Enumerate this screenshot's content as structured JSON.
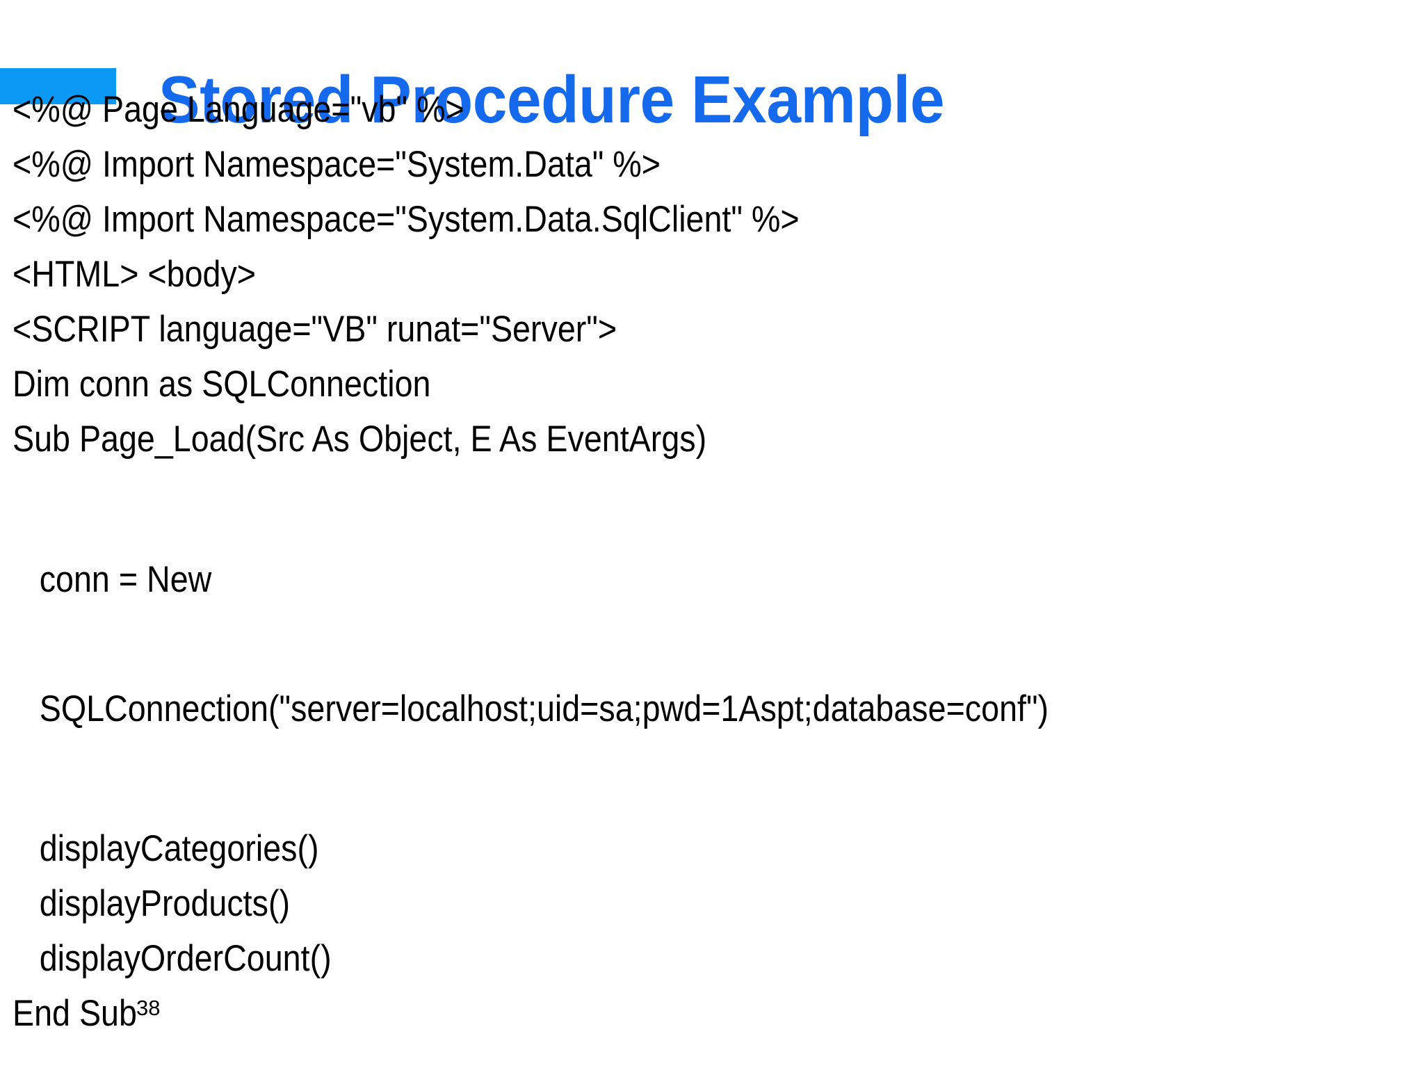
{
  "slide": {
    "title": "Stored Procedure Example",
    "page_number": "38",
    "colors": {
      "title": "#1569ed",
      "accent_block": "#0a9af6",
      "body_text": "#000000",
      "background": "#ffffff"
    }
  },
  "code": {
    "lines": [
      {
        "id": "l1",
        "text": "<%@ Page Language=\"vb\" %>",
        "indent": false
      },
      {
        "id": "l2",
        "text": "<%@ Import Namespace=\"System.Data\" %>",
        "indent": false
      },
      {
        "id": "l3",
        "text": "<%@ Import Namespace=\"System.Data.SqlClient\" %>",
        "indent": false
      },
      {
        "id": "l4",
        "text": "<HTML> <body>",
        "indent": false
      },
      {
        "id": "l5",
        "text": "<SCRIPT language=\"VB\" runat=\"Server\">",
        "indent": false
      },
      {
        "id": "l6",
        "text": "Dim conn as SQLConnection",
        "indent": false
      },
      {
        "id": "l7",
        "text": "Sub Page_Load(Src As Object, E As EventArgs)",
        "indent": false
      },
      {
        "id": "l8a",
        "text": "conn = New",
        "indent": true
      },
      {
        "id": "l8b",
        "text": "SQLConnection(\"server=localhost;uid=sa;pwd=1Aspt;database=conf\")",
        "indent": true
      },
      {
        "id": "l9",
        "text": "displayCategories()",
        "indent": true
      },
      {
        "id": "l10",
        "text": "displayProducts()",
        "indent": true
      },
      {
        "id": "l11",
        "text": "displayOrderCount()",
        "indent": true
      },
      {
        "id": "l12",
        "text": "End Sub",
        "indent": false
      }
    ]
  }
}
